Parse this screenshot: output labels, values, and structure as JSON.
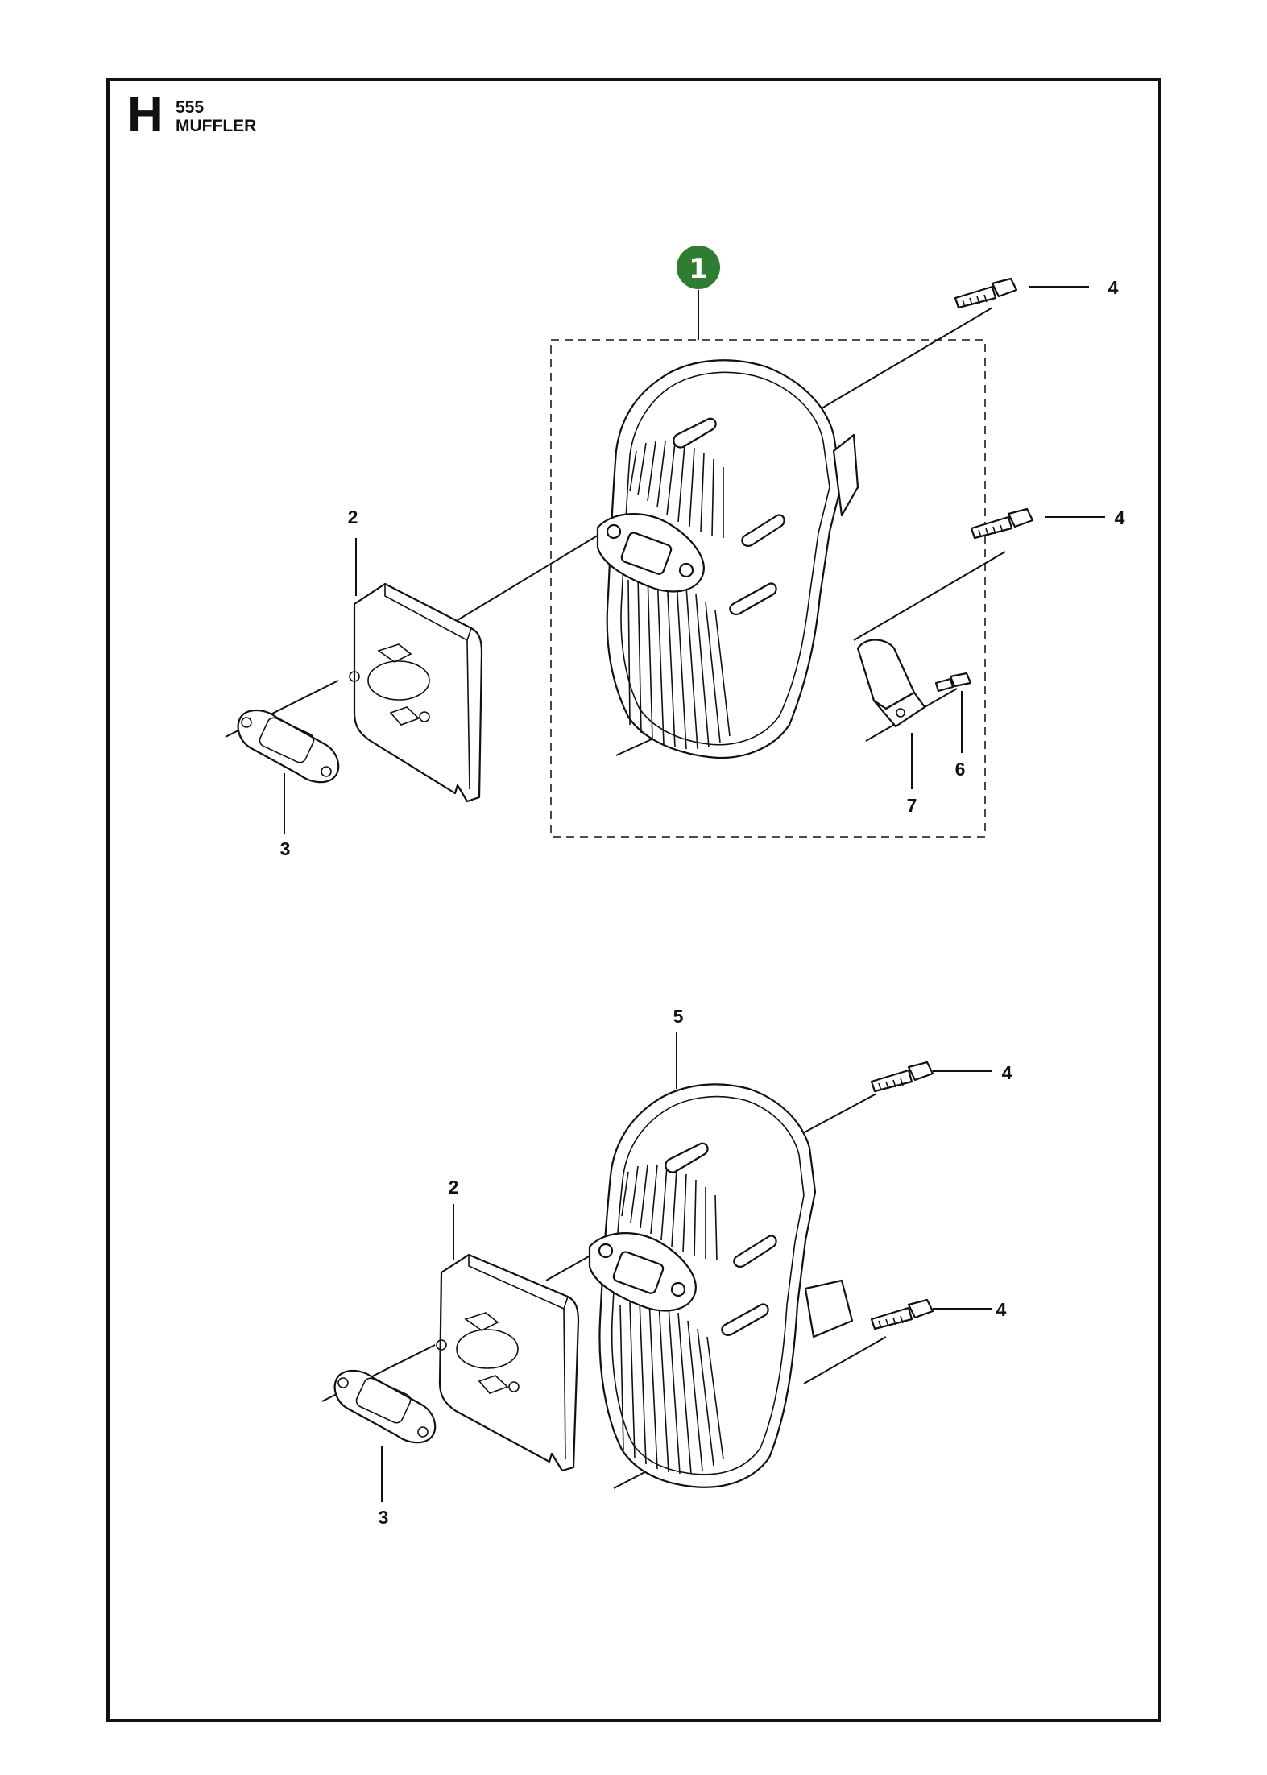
{
  "header": {
    "section_letter": "H",
    "model": "555",
    "title": "MUFFLER"
  },
  "kit_badge": {
    "number": "1",
    "color": "#2e7d32"
  },
  "callouts": {
    "upper": {
      "bolt_top": "4",
      "bolt_mid": "4",
      "heat_shield": "2",
      "gasket": "3",
      "screw": "6",
      "bracket": "7"
    },
    "lower": {
      "muffler": "5",
      "bolt_top": "4",
      "bolt_bottom": "4",
      "heat_shield": "2",
      "gasket": "3"
    }
  }
}
